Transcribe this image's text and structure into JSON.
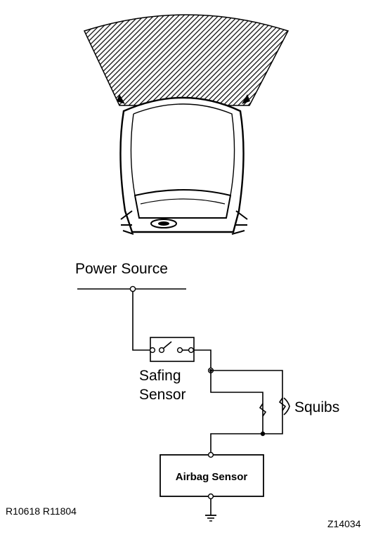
{
  "illustration": {
    "name": "steering-column-cover-with-airbag-pad"
  },
  "diagram": {
    "power_source_label": "Power Source",
    "safing_sensor_label_line1": "Safing",
    "safing_sensor_label_line2": "Sensor",
    "squibs_label": "Squibs",
    "airbag_sensor_label": "Airbag Sensor"
  },
  "footer": {
    "refs_left": "R10618  R11804",
    "ref_right": "Z14034"
  }
}
